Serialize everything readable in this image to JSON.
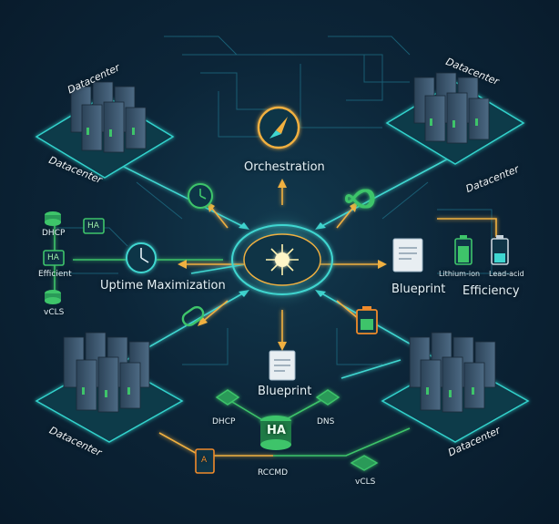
{
  "colors": {
    "background": "#0c2538",
    "teal": "#27c6c0",
    "gold": "#f0b040",
    "green": "#3ec46a",
    "orange": "#f08a2a"
  },
  "datacenters": {
    "top_left_a": "Datacenter",
    "top_left_b": "Datacenter",
    "top_right_a": "Datacenter",
    "top_right_b": "Datacenter",
    "bottom_left": "Datacenter",
    "bottom_right": "Datacenter"
  },
  "center": {
    "orchestration": "Orchestration",
    "uptime": "Uptime Maximization",
    "blueprint_right": "Blueprint",
    "efficiency": "Efficiency",
    "blueprint_bottom": "Blueprint"
  },
  "left_panel": {
    "dhcp": "DHCP",
    "ha": "HA",
    "ha2": "HA",
    "efficient": "Efficient",
    "vcls": "vCLS"
  },
  "right_panel": {
    "lithium": "Lithium-ion",
    "lead": "Lead-acid"
  },
  "bottom_panel": {
    "dhcp": "DHCP",
    "dns": "DNS",
    "ha": "HA",
    "rccmd": "RCCMD",
    "vcls": "vCLS",
    "a_badge": "A"
  },
  "icons": [
    "compass-icon",
    "clock-icon",
    "infinity-icon",
    "sun-core-icon",
    "document-icon",
    "battery-icon",
    "database-icon",
    "chip-icon",
    "link-icon"
  ]
}
